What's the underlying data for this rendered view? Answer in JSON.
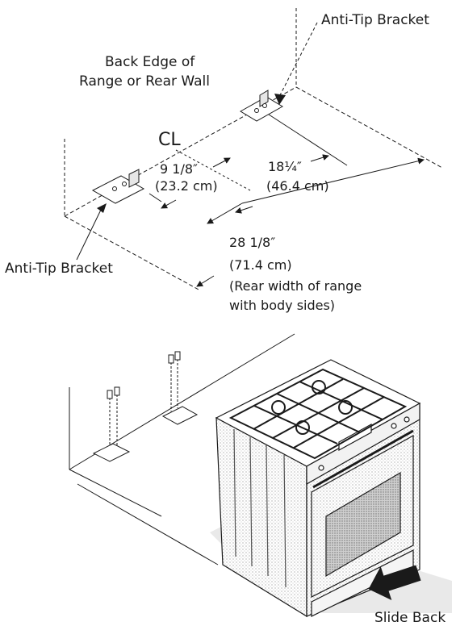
{
  "labels": {
    "anti_tip_top": "Anti-Tip Bracket",
    "back_edge_line1": "Back Edge of",
    "back_edge_line2": "Range or Rear Wall",
    "centerline": "CL",
    "dim1_imperial": "9 1/8″",
    "dim1_metric": "(23.2 cm)",
    "dim2_imperial": "18¼″",
    "dim2_metric": "(46.4 cm)",
    "anti_tip_left": "Anti-Tip Bracket",
    "dim3_imperial": "28 1/8″",
    "dim3_metric": "(71.4 cm)",
    "dim3_note_line1": "(Rear width of range",
    "dim3_note_line2": "with body sides)",
    "slide_back": "Slide Back"
  },
  "colors": {
    "ink": "#1a1a1a",
    "shade": "#9a9a9a",
    "light": "#d6d6d6"
  }
}
